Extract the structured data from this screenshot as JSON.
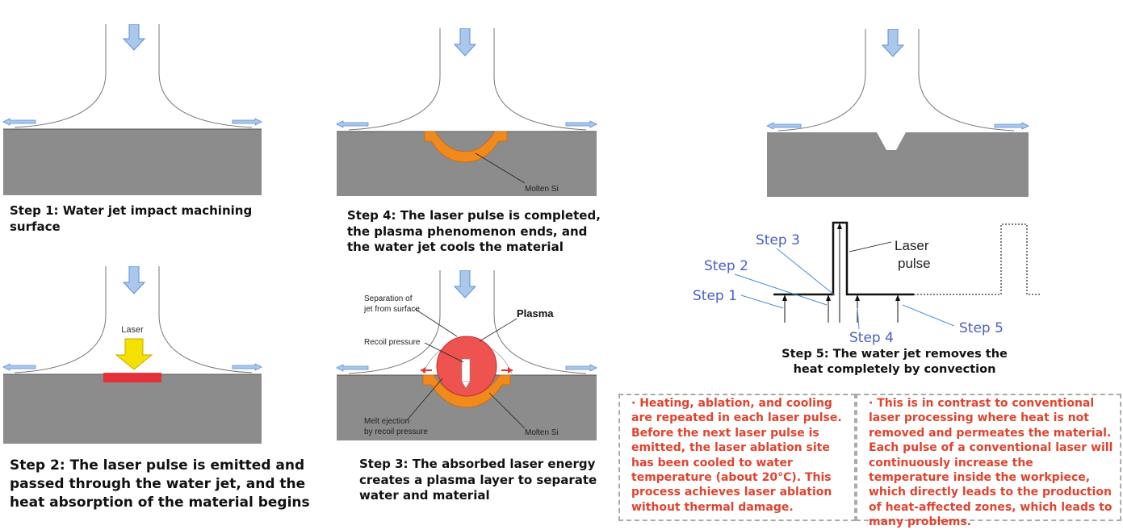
{
  "captions": {
    "step1": "Step 1: Water jet impact machining surface",
    "step2": "Step 2: The laser pulse is emitted and passed through the water jet, and the heat absorption of the material begins",
    "step3": "Step 3: The absorbed laser energy creates a plasma layer to separate water and material",
    "step4": "Step 4: The laser pulse is completed, the plasma phenomenon ends, and the water jet cools the material",
    "step5": "Step 5: The water jet removes the heat completely by convection"
  },
  "labels": {
    "laser": "Laser",
    "molten_si": "Molten Si",
    "separation": "Separation of jet from surface",
    "separation_l1": "Separation of",
    "separation_l2": "jet from surface",
    "plasma": "Plasma",
    "recoil": "Recoil pressure",
    "melt_l1": "Melt ejection",
    "melt_l2": "by recoil pressure",
    "laser_pulse_l1": "Laser",
    "laser_pulse_l2": "pulse"
  },
  "pulse_steps": [
    "Step 1",
    "Step 2",
    "Step 3",
    "Step 4",
    "Step 5"
  ],
  "notes": {
    "left": "· Heating, ablation, and cooling are repeated in each laser pulse. Before the next laser pulse is emitted, the laser ablation site has been cooled to water temperature (about 20°C). This process achieves laser ablation without thermal damage.",
    "right": "· This is in contrast to conventional laser processing where heat is not removed and permeates the material. Each pulse of a conventional laser will continuously increase the temperature inside the workpiece, which directly leads to the production of heat-affected zones, which leads to many problems."
  },
  "colors": {
    "material": "#8c8c8c",
    "arrow_fill": "#a9c8ec",
    "arrow_stroke": "#5b8fd6",
    "molten": "#f08a1c",
    "plasma": "#ee5350",
    "laser_arrow": "#f5e100",
    "text_red": "#e0432e",
    "step_blue": "#4a5fc9"
  }
}
